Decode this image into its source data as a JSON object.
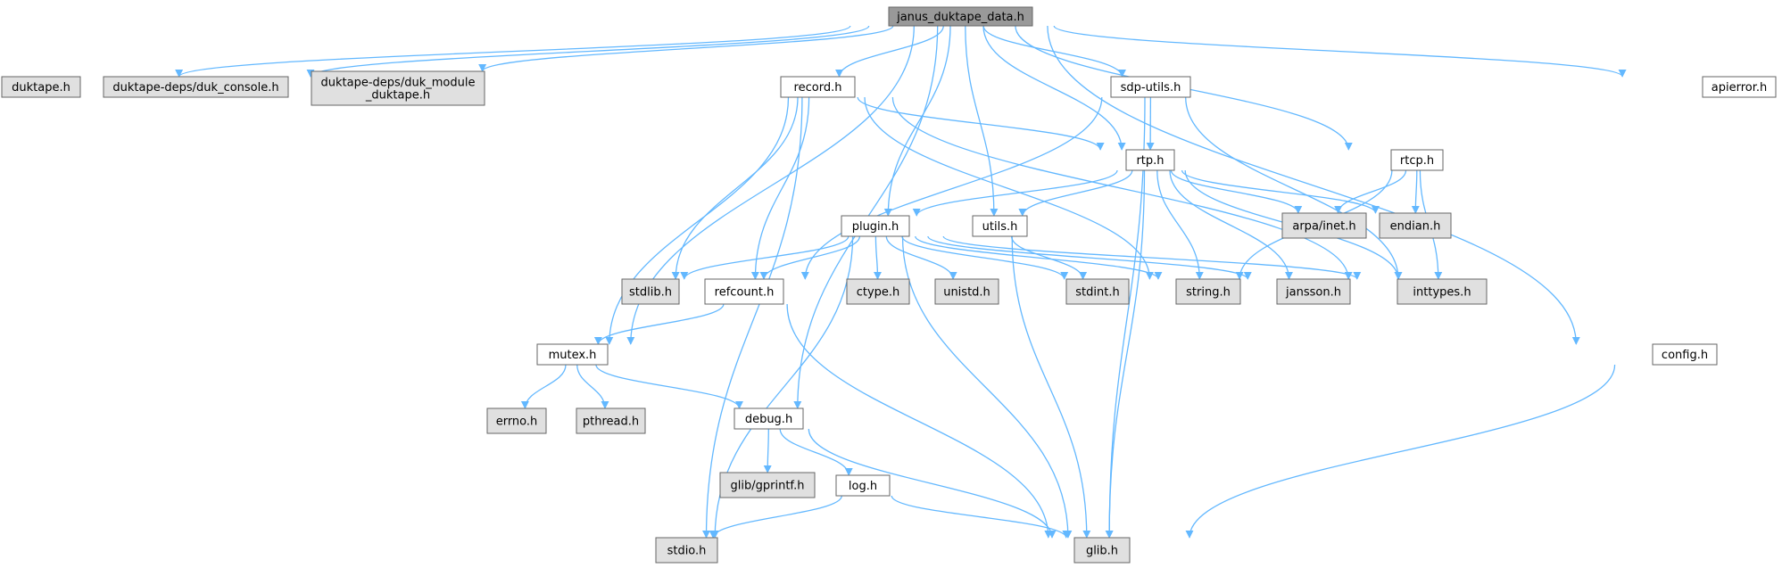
{
  "graph_title": "",
  "colors": {
    "root_fill": "#999999",
    "documented_fill": "#ffffff",
    "system_fill": "#e0e0e0",
    "border": "#666666",
    "edge": "#63b8ff"
  },
  "nodes": {
    "janus_duktape_data": {
      "label": [
        "janus_duktape_data.h"
      ],
      "kind": "root"
    },
    "duktape": {
      "label": [
        "duktape.h"
      ],
      "kind": "system"
    },
    "duk_console": {
      "label": [
        "duktape-deps/duk_console.h"
      ],
      "kind": "system"
    },
    "duk_module": {
      "label": [
        "duktape-deps/duk_module",
        "_duktape.h"
      ],
      "kind": "system"
    },
    "record": {
      "label": [
        "record.h"
      ],
      "kind": "documented"
    },
    "sdp_utils": {
      "label": [
        "sdp-utils.h"
      ],
      "kind": "documented"
    },
    "apierror": {
      "label": [
        "apierror.h"
      ],
      "kind": "documented"
    },
    "rtp": {
      "label": [
        "rtp.h"
      ],
      "kind": "documented"
    },
    "rtcp": {
      "label": [
        "rtcp.h"
      ],
      "kind": "documented"
    },
    "plugin": {
      "label": [
        "plugin.h"
      ],
      "kind": "documented"
    },
    "utils": {
      "label": [
        "utils.h"
      ],
      "kind": "documented"
    },
    "arpa_inet": {
      "label": [
        "arpa/inet.h"
      ],
      "kind": "system"
    },
    "endian": {
      "label": [
        "endian.h"
      ],
      "kind": "system"
    },
    "stdlib": {
      "label": [
        "stdlib.h"
      ],
      "kind": "system"
    },
    "refcount": {
      "label": [
        "refcount.h"
      ],
      "kind": "documented"
    },
    "ctype": {
      "label": [
        "ctype.h"
      ],
      "kind": "system"
    },
    "unistd": {
      "label": [
        "unistd.h"
      ],
      "kind": "system"
    },
    "stdint": {
      "label": [
        "stdint.h"
      ],
      "kind": "system"
    },
    "string": {
      "label": [
        "string.h"
      ],
      "kind": "system"
    },
    "jansson": {
      "label": [
        "jansson.h"
      ],
      "kind": "system"
    },
    "inttypes": {
      "label": [
        "inttypes.h"
      ],
      "kind": "system"
    },
    "config": {
      "label": [
        "config.h"
      ],
      "kind": "documented"
    },
    "mutex": {
      "label": [
        "mutex.h"
      ],
      "kind": "documented"
    },
    "errno": {
      "label": [
        "errno.h"
      ],
      "kind": "system"
    },
    "pthread": {
      "label": [
        "pthread.h"
      ],
      "kind": "system"
    },
    "debug": {
      "label": [
        "debug.h"
      ],
      "kind": "documented"
    },
    "glib_gprintf": {
      "label": [
        "glib/gprintf.h"
      ],
      "kind": "system"
    },
    "log": {
      "label": [
        "log.h"
      ],
      "kind": "documented"
    },
    "stdio": {
      "label": [
        "stdio.h"
      ],
      "kind": "system"
    },
    "glib": {
      "label": [
        "glib.h"
      ],
      "kind": "system"
    }
  },
  "edges": [
    [
      "janus_duktape_data",
      "duktape"
    ],
    [
      "janus_duktape_data",
      "duk_console"
    ],
    [
      "janus_duktape_data",
      "duk_module"
    ],
    [
      "janus_duktape_data",
      "record"
    ],
    [
      "janus_duktape_data",
      "sdp_utils"
    ],
    [
      "janus_duktape_data",
      "apierror"
    ],
    [
      "janus_duktape_data",
      "rtp"
    ],
    [
      "janus_duktape_data",
      "rtcp"
    ],
    [
      "janus_duktape_data",
      "plugin"
    ],
    [
      "janus_duktape_data",
      "utils"
    ],
    [
      "janus_duktape_data",
      "mutex"
    ],
    [
      "janus_duktape_data",
      "debug"
    ],
    [
      "janus_duktape_data",
      "config"
    ],
    [
      "record",
      "rtp"
    ],
    [
      "record",
      "stdio"
    ],
    [
      "record",
      "stdlib"
    ],
    [
      "record",
      "refcount"
    ],
    [
      "record",
      "mutex"
    ],
    [
      "record",
      "inttypes"
    ],
    [
      "record",
      "string"
    ],
    [
      "sdp_utils",
      "rtp"
    ],
    [
      "sdp_utils",
      "refcount"
    ],
    [
      "sdp_utils",
      "inttypes"
    ],
    [
      "sdp_utils",
      "glib"
    ],
    [
      "rtp",
      "plugin"
    ],
    [
      "rtp",
      "utils"
    ],
    [
      "rtp",
      "arpa_inet"
    ],
    [
      "rtp",
      "endian"
    ],
    [
      "rtp",
      "string"
    ],
    [
      "rtp",
      "jansson"
    ],
    [
      "rtp",
      "inttypes"
    ],
    [
      "rtp",
      "glib"
    ],
    [
      "rtcp",
      "arpa_inet"
    ],
    [
      "rtcp",
      "endian"
    ],
    [
      "rtcp",
      "inttypes"
    ],
    [
      "rtcp",
      "string"
    ],
    [
      "plugin",
      "stdlib"
    ],
    [
      "plugin",
      "refcount"
    ],
    [
      "plugin",
      "ctype"
    ],
    [
      "plugin",
      "unistd"
    ],
    [
      "plugin",
      "stdint"
    ],
    [
      "plugin",
      "string"
    ],
    [
      "plugin",
      "jansson"
    ],
    [
      "plugin",
      "inttypes"
    ],
    [
      "plugin",
      "stdio"
    ],
    [
      "plugin",
      "glib"
    ],
    [
      "utils",
      "stdint"
    ],
    [
      "utils",
      "glib"
    ],
    [
      "refcount",
      "mutex"
    ],
    [
      "refcount",
      "glib"
    ],
    [
      "mutex",
      "errno"
    ],
    [
      "mutex",
      "pthread"
    ],
    [
      "mutex",
      "debug"
    ],
    [
      "debug",
      "glib_gprintf"
    ],
    [
      "debug",
      "log"
    ],
    [
      "debug",
      "glib"
    ],
    [
      "log",
      "stdio"
    ],
    [
      "log",
      "glib"
    ],
    [
      "config",
      "glib"
    ]
  ]
}
